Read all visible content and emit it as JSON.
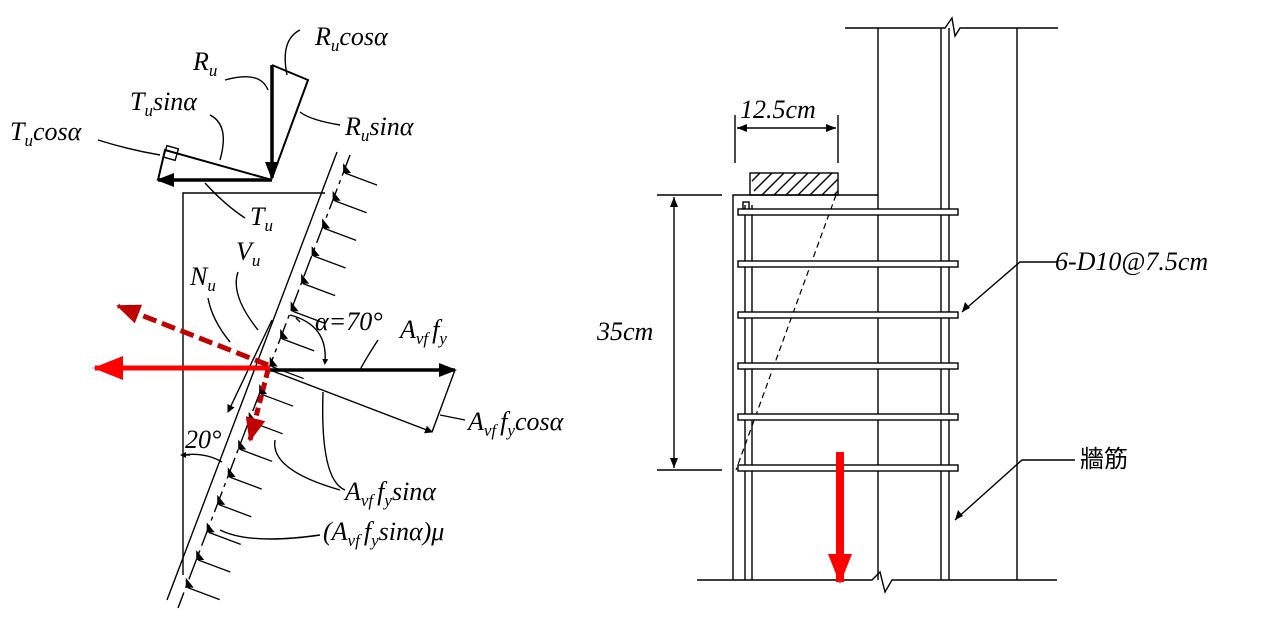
{
  "left_diagram": {
    "ru": {
      "main": "R",
      "sub": "u"
    },
    "ru_cos": {
      "main": "R",
      "sub": "u",
      "suffix": "cosα"
    },
    "ru_sin": {
      "main": "R",
      "sub": "u",
      "suffix": "sinα"
    },
    "tu_sin": {
      "main": "T",
      "sub": "u",
      "suffix": "sinα"
    },
    "tu_cos": {
      "main": "T",
      "sub": "u",
      "suffix": "cosα"
    },
    "tu": {
      "main": "T",
      "sub": "u"
    },
    "vu": {
      "main": "V",
      "sub": "u"
    },
    "nu": {
      "main": "N",
      "sub": "u"
    },
    "alpha_angle": "α=70°",
    "avf_fy": {
      "main": "A",
      "sub1": "vf",
      "mid": "f",
      "sub2": "y",
      "suffix": ""
    },
    "avf_fy_cos": {
      "main": "A",
      "sub1": "vf",
      "mid": "f",
      "sub2": "y",
      "suffix": "cosα"
    },
    "avf_fy_sin": {
      "main": "A",
      "sub1": "vf",
      "mid": "f",
      "sub2": "y",
      "suffix": "sinα"
    },
    "avf_fy_sin_mu": {
      "prefix": "(A",
      "sub1": "vf",
      "mid": "f",
      "sub2": "y",
      "suffix": "sinα)μ"
    },
    "angle_20": "20°"
  },
  "right_diagram": {
    "width_dim": "12.5cm",
    "height_dim": "35cm",
    "rebar_label": "6-D10@7.5cm",
    "wall_rebar_label": "牆筋"
  },
  "colors": {
    "red": "#ff0000",
    "dark_red": "#c00000",
    "black": "#000000"
  }
}
